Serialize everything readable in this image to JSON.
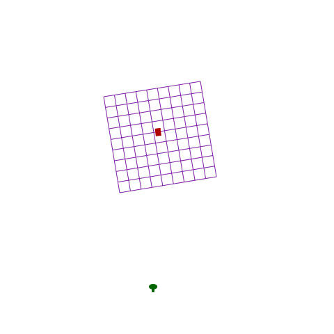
{
  "canvas": {
    "background": "#ffffff"
  },
  "grid": {
    "rows": 9,
    "cols": 9,
    "line_color": "#7b1fa2",
    "rotation_deg": -7
  },
  "cursor_marker": {
    "shape": "rectangle",
    "color": "#b00000",
    "grid_col": 4.4,
    "grid_row": 4.0
  },
  "goal_marker": {
    "shape": "mushroom",
    "color": "#006400"
  }
}
